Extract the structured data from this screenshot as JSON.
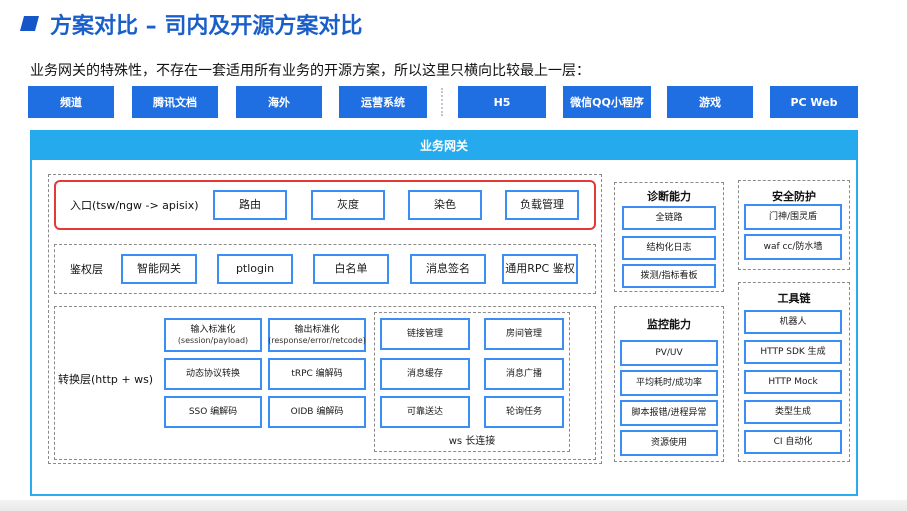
{
  "page": {
    "title": "方案对比 – 司内及开源方案对比",
    "subtitle": "业务网关的特殊性，不存在一套适用所有业务的开源方案，所以这里只横向比较最上一层："
  },
  "top_tabs": [
    "频道",
    "腾讯文档",
    "海外",
    "运营系统",
    "H5",
    "微信QQ小程序",
    "游戏",
    "PC Web"
  ],
  "gateway": {
    "header": "业务网关",
    "entry": {
      "label": "入口(tsw/ngw -> apisix)",
      "items": [
        "路由",
        "灰度",
        "染色",
        "负载管理"
      ]
    },
    "auth": {
      "label": "鉴权层",
      "items": [
        "智能网关",
        "ptlogin",
        "白名单",
        "消息签名",
        "通用RPC 鉴权"
      ]
    },
    "convert": {
      "label": "转换层(http + ws)",
      "left_items": [
        {
          "label": "输入标准化",
          "sub": "(session/payload)"
        },
        {
          "label": "输出标准化",
          "sub": "(response/error/retcode)"
        },
        {
          "label": "动态协议转换",
          "sub": ""
        },
        {
          "label": "tRPC 编解码",
          "sub": ""
        },
        {
          "label": "SSO 编解码",
          "sub": ""
        },
        {
          "label": "OIDB 编解码",
          "sub": ""
        }
      ],
      "ws": {
        "label": "ws 长连接",
        "items": [
          "链接管理",
          "房间管理",
          "消息缓存",
          "消息广播",
          "可靠送达",
          "轮询任务"
        ]
      }
    },
    "diagnosis": {
      "title": "诊断能力",
      "items": [
        "全链路",
        "结构化日志",
        "拨测/指标看板"
      ]
    },
    "monitor": {
      "title": "监控能力",
      "items": [
        "PV/UV",
        "平均耗时/成功率",
        "脚本报错/进程异常",
        "资源使用"
      ]
    },
    "security": {
      "title": "安全防护",
      "items": [
        "门神/围灵盾",
        "waf cc/防水墙"
      ]
    },
    "tools": {
      "title": "工具链",
      "items": [
        "机器人",
        "HTTP SDK 生成",
        "HTTP Mock",
        "类型生成",
        "CI 自动化"
      ]
    }
  }
}
